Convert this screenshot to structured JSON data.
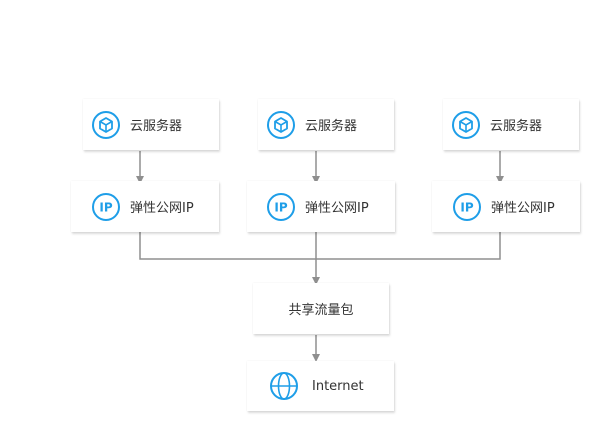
{
  "accent_color": "#1e9ee8",
  "line_color": "#8f8f8f",
  "nodes": {
    "server_1": {
      "label": "云服务器",
      "icon": "cloud-server-icon"
    },
    "server_2": {
      "label": "云服务器",
      "icon": "cloud-server-icon"
    },
    "server_3": {
      "label": "云服务器",
      "icon": "cloud-server-icon"
    },
    "eip_1": {
      "label": "弹性公网IP",
      "icon": "ip-icon"
    },
    "eip_2": {
      "label": "弹性公网IP",
      "icon": "ip-icon"
    },
    "eip_3": {
      "label": "弹性公网IP",
      "icon": "ip-icon"
    },
    "traffic_package": {
      "label": "共享流量包"
    },
    "internet": {
      "label": "Internet",
      "icon": "globe-icon"
    }
  }
}
